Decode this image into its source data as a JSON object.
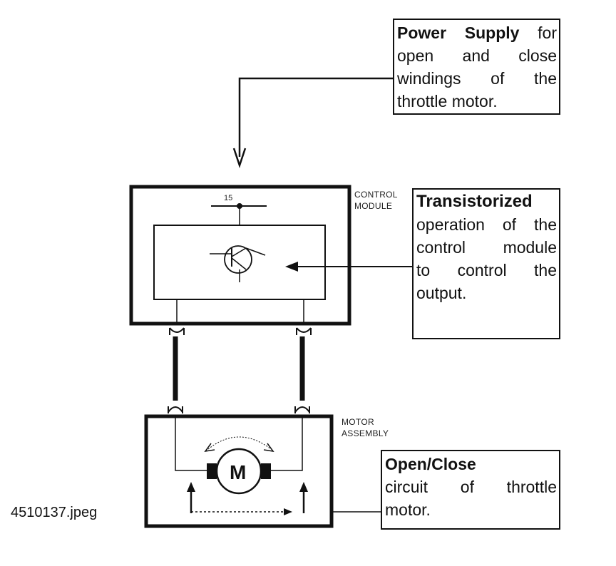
{
  "callouts": {
    "power_supply": {
      "bold": "Power Supply",
      "line1_rest": " for",
      "line2": "open and close",
      "line3": "windings of the",
      "line4": "throttle motor."
    },
    "transistorized": {
      "bold": "Transistorized",
      "line2": "operation of the",
      "line3": "control module",
      "line4": "to control the",
      "line5": "output."
    },
    "open_close": {
      "bold": "Open/Close",
      "line2": "circuit of throttle",
      "line3": "motor."
    }
  },
  "labels": {
    "control_module_1": "CONTROL",
    "control_module_2": "MODULE",
    "motor_assembly_1": "MOTOR",
    "motor_assembly_2": "ASSEMBLY",
    "terminal": "15",
    "motor_symbol": "M"
  },
  "filename": "4510137.jpeg"
}
